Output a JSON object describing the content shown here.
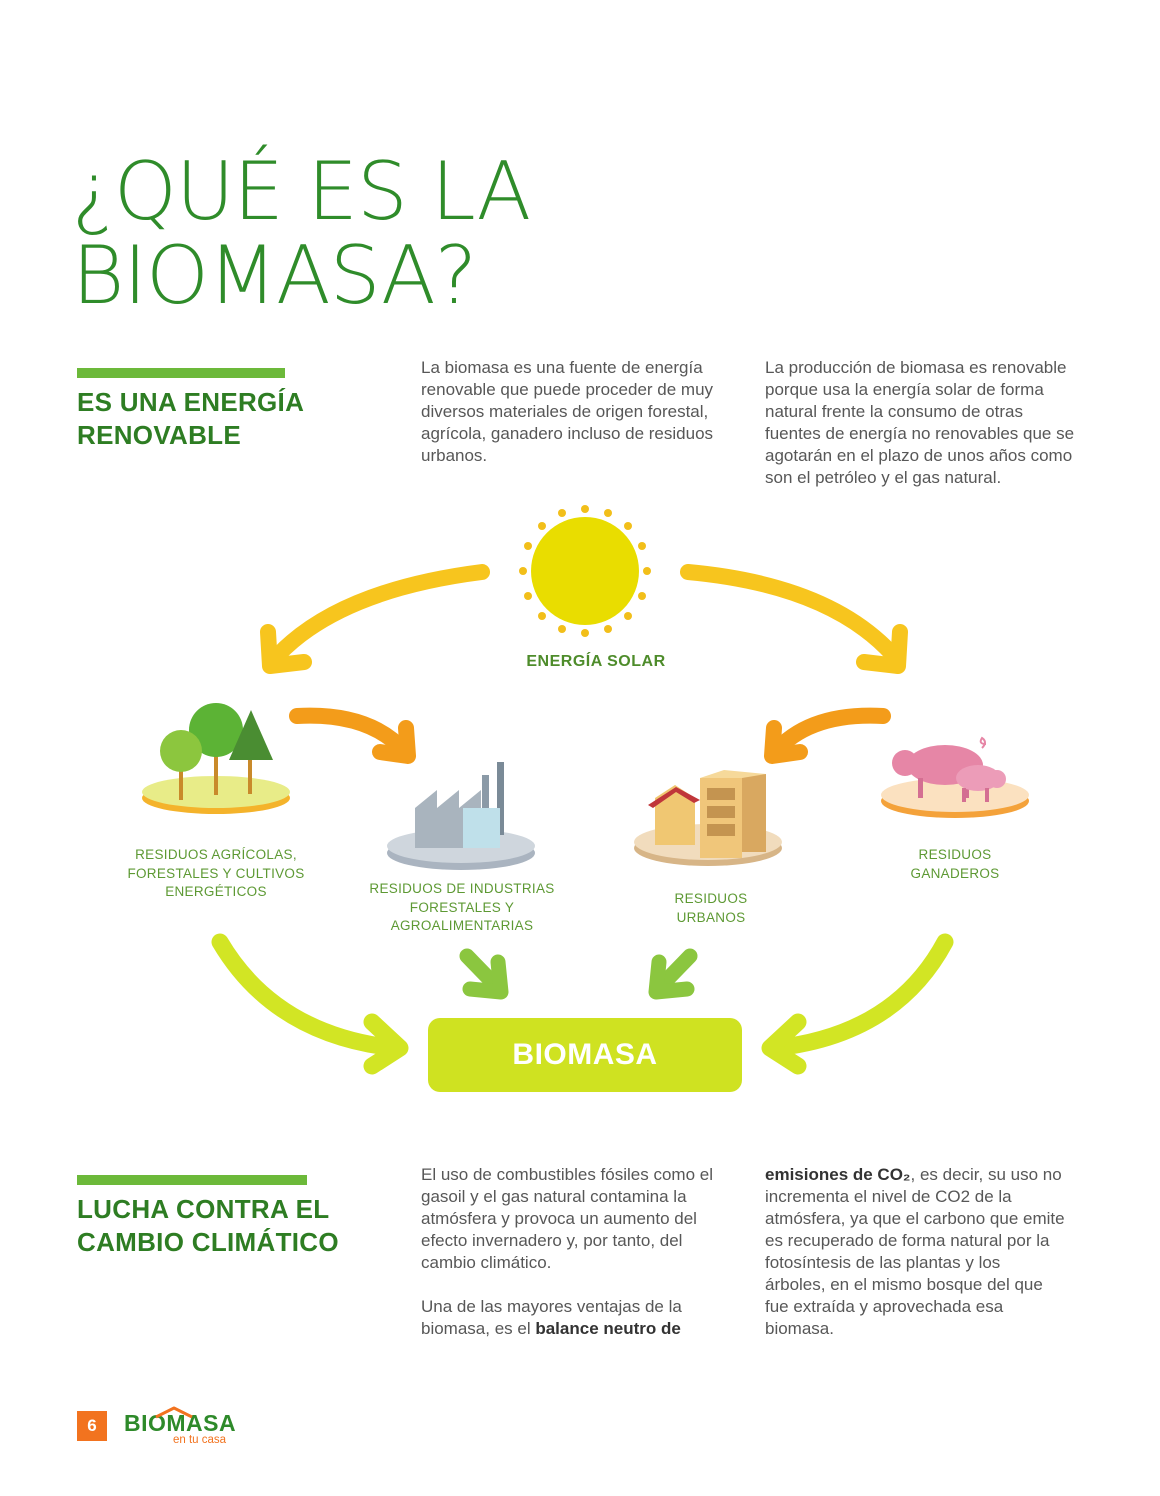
{
  "title_line1": "¿QUÉ ES LA",
  "title_line2": "BIOMASA?",
  "section1": {
    "heading_line1": "ES UNA ENERGÍA",
    "heading_line2": "RENOVABLE",
    "col1": "La biomasa es una fuente de energía renovable que puede proceder de muy diversos materiales de origen forestal, agrícola, ganadero incluso de residuos urbanos.",
    "col2": "La producción de biomasa es renovable porque usa la energía solar de forma natural frente la consumo de otras fuentes de energía no renovables que se agotarán en el plazo de unos años como son el petróleo y el gas natural."
  },
  "diagram": {
    "solar_label": "ENERGÍA SOLAR",
    "agricola": [
      "RESIDUOS AGRÍCOLAS,",
      "FORESTALES Y CULTIVOS",
      "ENERGÉTICOS"
    ],
    "industrias": [
      "RESIDUOS DE INDUSTRIAS",
      "FORESTALES Y",
      "AGROALIMENTARIAS"
    ],
    "urbanos": [
      "RESIDUOS",
      "URBANOS"
    ],
    "ganaderos": [
      "RESIDUOS",
      "GANADEROS"
    ],
    "center_label": "BIOMASA",
    "colors": {
      "sun": "#e9dd00",
      "arrow_top": "#f7c51e",
      "arrow_mid": "#f39c1a",
      "arrow_bottom": "#d2e524",
      "box": "#cfe221"
    }
  },
  "section2": {
    "heading_line1": "LUCHA CONTRA EL",
    "heading_line2": "CAMBIO CLIMÁTICO",
    "col1_p1": "El uso de combustibles fósiles como el gasoil y el gas natural contamina la atmósfera y provoca un aumento del efecto invernadero y, por tanto, del cambio climático.",
    "col1_p2_start": "Una de las mayores ventajas de la biomasa, es el ",
    "col1_p2_bold": "balance neutro de",
    "col2_bold": "emisiones de CO₂",
    "col2_rest": ", es decir, su uso no incrementa el nivel de CO2 de la atmósfera, ya que el carbono que emite es recuperado de forma natural por la fotosíntesis de las plantas y los árboles, en el mismo bosque del que fue extraída y aprovechada esa biomasa."
  },
  "footer": {
    "page_number": "6",
    "logo_text": "BIOMASA",
    "logo_sub": "en tu casa"
  }
}
